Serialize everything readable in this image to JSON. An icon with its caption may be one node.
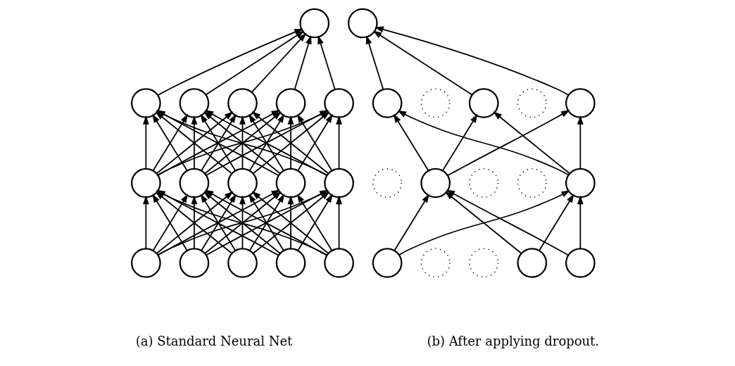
{
  "diagram": {
    "nodes": [
      {
        "text": [],
        "shape": "circle"
      },
      {
        "text": [],
        "shape": "circle"
      },
      {
        "text": [],
        "shape": "circle"
      },
      {
        "text": [],
        "shape": "circle"
      },
      {
        "text": [],
        "shape": "circle"
      },
      {
        "text": [],
        "shape": "circle"
      },
      {
        "text": [],
        "shape": "circle"
      },
      {
        "text": [],
        "shape": "circle"
      },
      {
        "text": [],
        "shape": "circle"
      },
      {
        "text": [],
        "shape": "circle"
      },
      {
        "text": [],
        "shape": "circle"
      },
      {
        "text": [],
        "shape": "circle"
      },
      {
        "text": [],
        "shape": "circle"
      },
      {
        "text": [],
        "shape": "circle"
      },
      {
        "text": [],
        "shape": "circle"
      },
      {
        "text": [],
        "shape": "circle"
      },
      {
        "text": [],
        "shape": "circle"
      },
      {
        "text": [],
        "shape": "circle"
      },
      {
        "text": [],
        "shape": "crossed"
      },
      {
        "text": [],
        "shape": "circle"
      },
      {
        "text": [],
        "shape": "crossed"
      },
      {
        "text": [],
        "shape": "circle"
      },
      {
        "text": [],
        "shape": "crossed"
      },
      {
        "text": [],
        "shape": "circle"
      },
      {
        "text": [],
        "shape": "crossed"
      },
      {
        "text": [],
        "shape": "crossed"
      },
      {
        "text": [],
        "shape": "circle"
      },
      {
        "text": [],
        "shape": "circle"
      },
      {
        "text": [],
        "shape": "crossed"
      },
      {
        "text": [],
        "shape": "crossed"
      },
      {
        "text": [],
        "shape": "circle"
      },
      {
        "text": [],
        "shape": "circle"
      }
    ],
    "edges": [
      {
        "from": 11,
        "to": 6,
        "arrow": "to"
      },
      {
        "from": 11,
        "to": 7,
        "arrow": "to"
      },
      {
        "from": 11,
        "to": 8,
        "arrow": "to"
      },
      {
        "from": 11,
        "to": 9,
        "arrow": "to"
      },
      {
        "from": 11,
        "to": 10,
        "arrow": "to"
      },
      {
        "from": 12,
        "to": 6,
        "arrow": "to"
      },
      {
        "from": 12,
        "to": 7,
        "arrow": "to"
      },
      {
        "from": 12,
        "to": 8,
        "arrow": "to"
      },
      {
        "from": 12,
        "to": 9,
        "arrow": "to"
      },
      {
        "from": 12,
        "to": 10,
        "arrow": "to"
      },
      {
        "from": 13,
        "to": 6,
        "arrow": "to"
      },
      {
        "from": 13,
        "to": 7,
        "arrow": "to"
      },
      {
        "from": 13,
        "to": 8,
        "arrow": "to"
      },
      {
        "from": 13,
        "to": 9,
        "arrow": "to"
      },
      {
        "from": 13,
        "to": 10,
        "arrow": "to"
      },
      {
        "from": 14,
        "to": 6,
        "arrow": "to"
      },
      {
        "from": 14,
        "to": 7,
        "arrow": "to"
      },
      {
        "from": 14,
        "to": 8,
        "arrow": "to"
      },
      {
        "from": 14,
        "to": 9,
        "arrow": "to"
      },
      {
        "from": 14,
        "to": 10,
        "arrow": "to"
      },
      {
        "from": 15,
        "to": 6,
        "arrow": "to"
      },
      {
        "from": 15,
        "to": 7,
        "arrow": "to"
      },
      {
        "from": 15,
        "to": 8,
        "arrow": "to"
      },
      {
        "from": 15,
        "to": 9,
        "arrow": "to"
      },
      {
        "from": 15,
        "to": 10,
        "arrow": "to"
      },
      {
        "from": 6,
        "to": 1,
        "arrow": "to"
      },
      {
        "from": 6,
        "to": 2,
        "arrow": "to"
      },
      {
        "from": 6,
        "to": 3,
        "arrow": "to"
      },
      {
        "from": 6,
        "to": 4,
        "arrow": "to"
      },
      {
        "from": 6,
        "to": 5,
        "arrow": "to"
      },
      {
        "from": 7,
        "to": 1,
        "arrow": "to"
      },
      {
        "from": 7,
        "to": 2,
        "arrow": "to"
      },
      {
        "from": 7,
        "to": 3,
        "arrow": "to"
      },
      {
        "from": 7,
        "to": 4,
        "arrow": "to"
      },
      {
        "from": 7,
        "to": 5,
        "arrow": "to"
      },
      {
        "from": 8,
        "to": 1,
        "arrow": "to"
      },
      {
        "from": 8,
        "to": 2,
        "arrow": "to"
      },
      {
        "from": 8,
        "to": 3,
        "arrow": "to"
      },
      {
        "from": 8,
        "to": 4,
        "arrow": "to"
      },
      {
        "from": 8,
        "to": 5,
        "arrow": "to"
      },
      {
        "from": 9,
        "to": 1,
        "arrow": "to"
      },
      {
        "from": 9,
        "to": 2,
        "arrow": "to"
      },
      {
        "from": 9,
        "to": 3,
        "arrow": "to"
      },
      {
        "from": 9,
        "to": 4,
        "arrow": "to"
      },
      {
        "from": 9,
        "to": 5,
        "arrow": "to"
      },
      {
        "from": 10,
        "to": 1,
        "arrow": "to"
      },
      {
        "from": 10,
        "to": 2,
        "arrow": "to"
      },
      {
        "from": 10,
        "to": 3,
        "arrow": "to"
      },
      {
        "from": 10,
        "to": 4,
        "arrow": "to"
      },
      {
        "from": 10,
        "to": 5,
        "arrow": "to"
      },
      {
        "from": 1,
        "to": 0,
        "arrow": "to"
      },
      {
        "from": 2,
        "to": 0,
        "arrow": "to"
      },
      {
        "from": 3,
        "to": 0,
        "arrow": "to"
      },
      {
        "from": 4,
        "to": 0,
        "arrow": "to"
      },
      {
        "from": 5,
        "to": 0,
        "arrow": "to"
      },
      {
        "from": 27,
        "to": 23,
        "arrow": "to"
      },
      {
        "from": 27,
        "to": 26,
        "arrow": "to"
      },
      {
        "from": 30,
        "to": 23,
        "arrow": "to"
      },
      {
        "from": 30,
        "to": 26,
        "arrow": "to"
      },
      {
        "from": 31,
        "to": 23,
        "arrow": "to"
      },
      {
        "from": 31,
        "to": 26,
        "arrow": "to"
      },
      {
        "from": 23,
        "to": 17,
        "arrow": "to"
      },
      {
        "from": 23,
        "to": 19,
        "arrow": "to"
      },
      {
        "from": 23,
        "to": 21,
        "arrow": "to"
      },
      {
        "from": 26,
        "to": 17,
        "arrow": "to"
      },
      {
        "from": 26,
        "to": 19,
        "arrow": "to"
      },
      {
        "from": 26,
        "to": 21,
        "arrow": "to"
      },
      {
        "from": 17,
        "to": 16,
        "arrow": "to"
      },
      {
        "from": 19,
        "to": 16,
        "arrow": "to"
      },
      {
        "from": 21,
        "to": 16,
        "arrow": "to"
      }
    ],
    "labels": [
      "(a) Standard Neural Net",
      "(b) After applying dropout."
    ]
  }
}
